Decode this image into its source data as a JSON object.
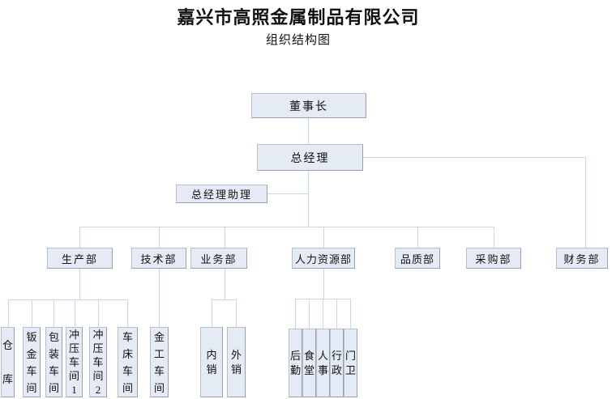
{
  "title": "嘉兴市高照金属制品有限公司",
  "subtitle": "组织结构图",
  "colors": {
    "box_fill": "#e4ebf5",
    "box_border": "#a2abba",
    "line": "#c9d7e8"
  },
  "org": {
    "chairman": "董事长",
    "general_manager": "总经理",
    "gm_assistant": "总经理助理",
    "departments": [
      "生产部",
      "技术部",
      "业务部",
      "人力资源部",
      "品质部",
      "采购部",
      "财务部"
    ],
    "production_units": [
      "仓库",
      "钣金车间",
      "包装车间",
      "冲压车间1",
      "冲压车间2",
      "车床车间"
    ],
    "technical_units": [
      "金工车间"
    ],
    "business_units": [
      "内销",
      "外销"
    ],
    "hr_units": [
      "后勤",
      "食堂",
      "人事",
      "行政",
      "门卫"
    ]
  }
}
